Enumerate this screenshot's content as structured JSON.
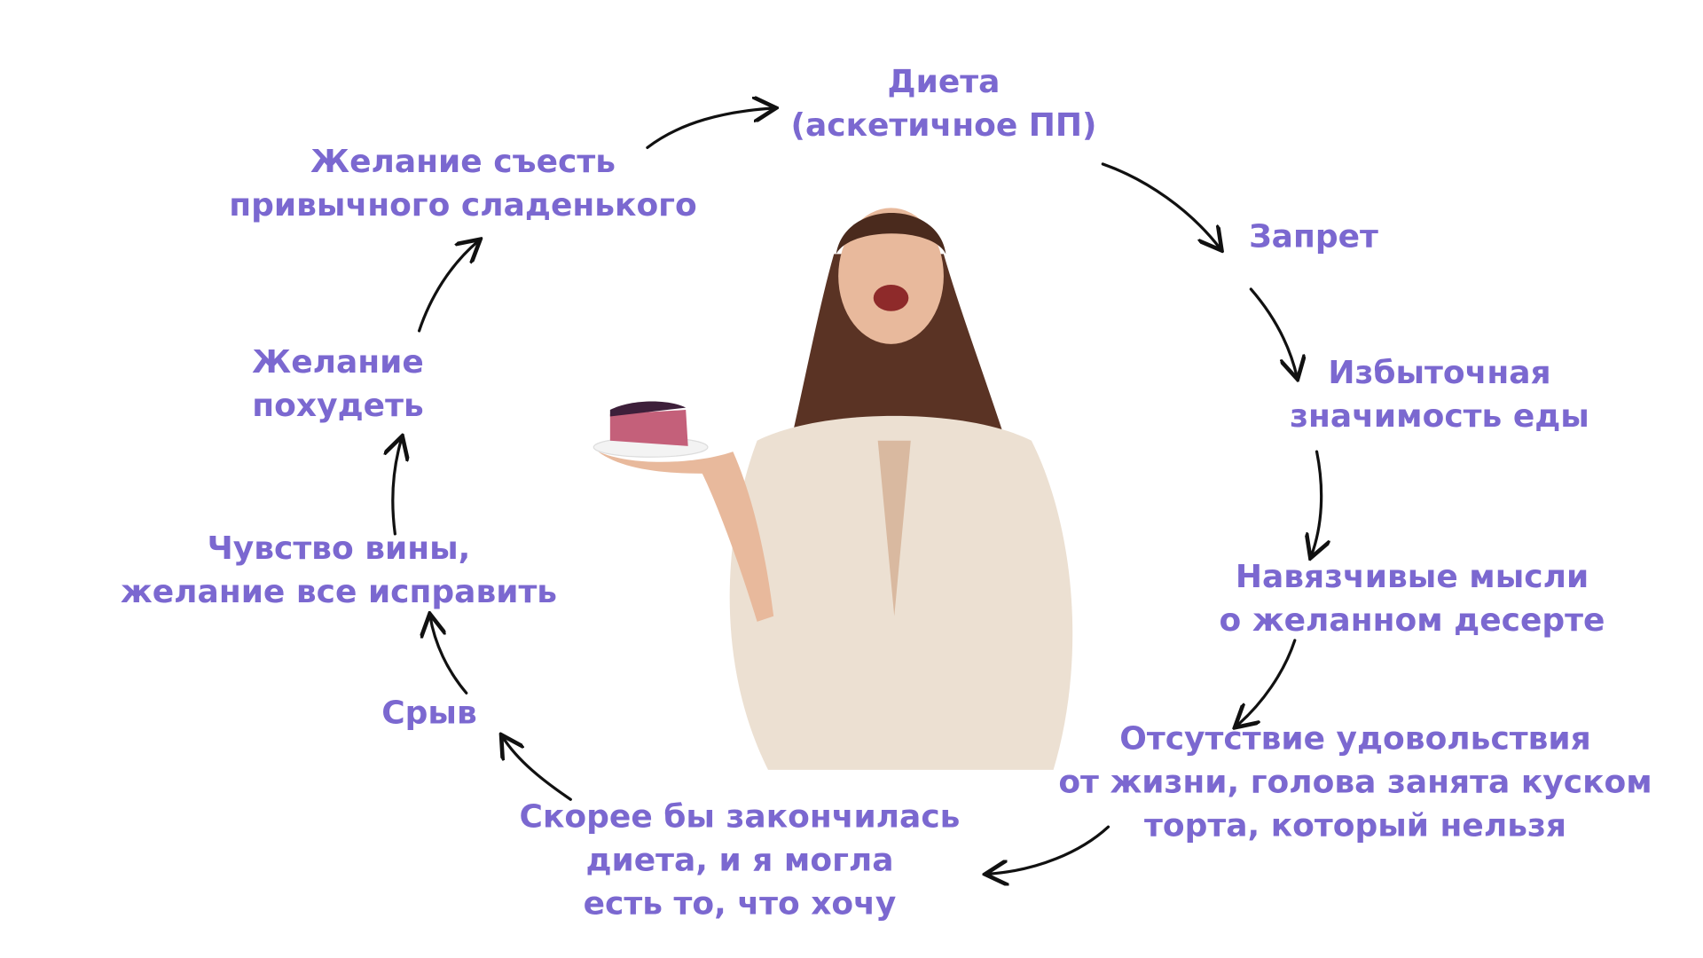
{
  "cycle": {
    "accent_color": "#7b68d0",
    "steps": [
      {
        "lines": [
          "Диета",
          "(аскетичное ПП)"
        ]
      },
      {
        "lines": [
          "Запрет"
        ]
      },
      {
        "lines": [
          "Избыточная",
          "значимость еды"
        ]
      },
      {
        "lines": [
          "Навязчивые мысли",
          "о желанном десерте"
        ]
      },
      {
        "lines": [
          "Отсутствие удовольствия",
          "от жизни, голова занята куском",
          "торта, который нельзя"
        ]
      },
      {
        "lines": [
          "Скорее бы закончилась",
          "диета, и я могла",
          "есть то, что хочу"
        ]
      },
      {
        "lines": [
          "Срыв"
        ]
      },
      {
        "lines": [
          "Чувство вины,",
          "желание все исправить"
        ]
      },
      {
        "lines": [
          "Желание",
          "похудеть"
        ]
      },
      {
        "lines": [
          "Желание съесть",
          "привычного сладенького"
        ]
      }
    ]
  }
}
